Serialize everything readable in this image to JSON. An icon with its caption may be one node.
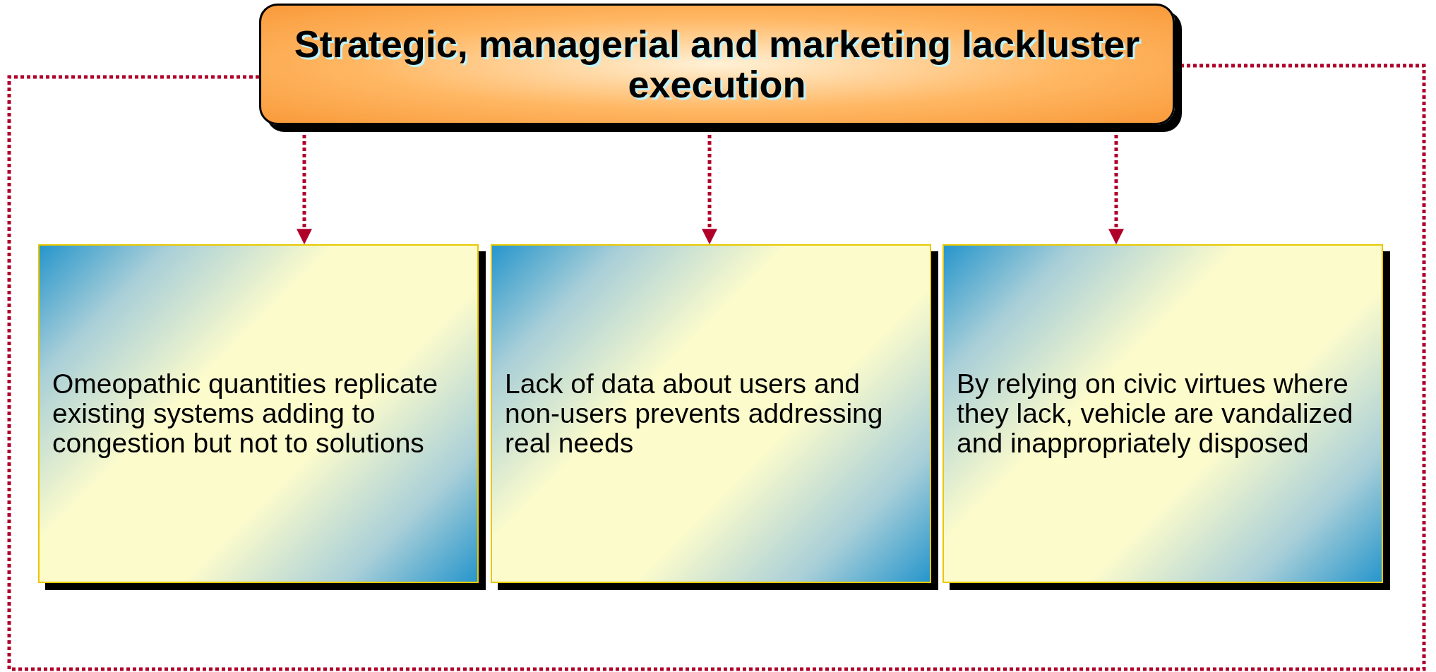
{
  "diagram": {
    "nodes": [
      {
        "text": [
          "Strategic, managerial and marketing lackluster execution"
        ]
      },
      {
        "text": [
          "Omeopathic quantities replicate existing systems adding to congestion but not to solutions"
        ]
      },
      {
        "text": [
          "Lack of data about users and non-users prevents addressing real needs"
        ]
      },
      {
        "text": [
          "By relying on civic virtues where they lack, vehicle are vandalized and inappropriately disposed"
        ]
      }
    ],
    "edges": [
      {
        "from": 0,
        "to": 1,
        "arrow": "to",
        "style": "dashed"
      },
      {
        "from": 0,
        "to": 2,
        "arrow": "to",
        "style": "dashed"
      },
      {
        "from": 0,
        "to": 3,
        "arrow": "to",
        "style": "dashed"
      },
      {
        "from": 0,
        "to": 0,
        "arrow": "none",
        "style": "dashed"
      }
    ]
  }
}
